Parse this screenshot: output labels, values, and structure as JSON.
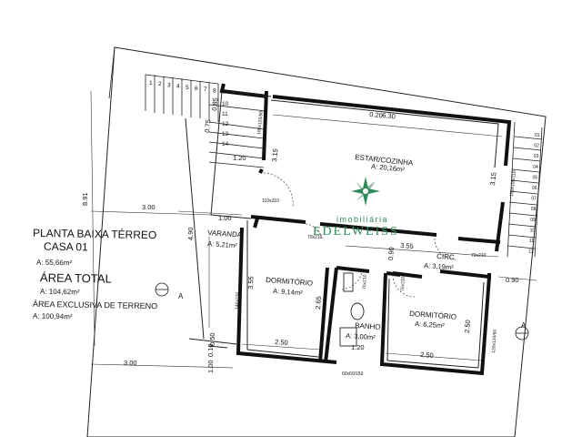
{
  "plan": {
    "title": "PLANTA BAIXA TÉRREO",
    "subtitle": "CASA  01",
    "area_casa": "A:  55,66m²",
    "total_label": "ÁREA  TOTAL",
    "total_value": "A:  104,62m²",
    "exclusive_label": "ÁREA  EXCLUSIVA  DE  TERRENO",
    "exclusive_value": "A:  100,94m²"
  },
  "rooms": {
    "estar_name": "ESTAR/COZINHA",
    "estar_area": "A:  20,16m²",
    "varanda_name": "VARANDA",
    "varanda_area": "A:  5,21m²",
    "dorm1_name": "DORMITÓRIO",
    "dorm1_area": "A:  9,14m²",
    "circ_name": "CIRC.",
    "circ_area": "A:  3,19m²",
    "banho_name": "BANHO",
    "banho_area": "A:  3,00m²",
    "dorm2_name": "DORMITÓRIO",
    "dorm2_area": "A:  6,25m²"
  },
  "dimensions": {
    "d_020": "0.20",
    "d_630": "6.30",
    "d_315a": "3.15",
    "d_315b": "3.15",
    "d_300a": "3.00",
    "d_300b": "3.00",
    "d_891": "8.91",
    "d_490": "4.90",
    "d_100a": "1.00",
    "d_100b": "1.00",
    "d_120a": "1.20",
    "d_120b": "1.20",
    "d_085": "0.85",
    "d_075": "0.75",
    "d_355a": "3.55",
    "d_355b": "3.55",
    "d_265": "2.65",
    "d_250a": "2.50",
    "d_250b": "2.50",
    "d_250c": "2.50",
    "d_090a": "0.90",
    "d_090b": "0.90",
    "d_050": "0.50",
    "d_010": "0.10"
  },
  "stair_steps": [
    "1",
    "2",
    "3",
    "4",
    "5",
    "6",
    "7",
    "8",
    "9",
    "10",
    "11",
    "12",
    "13",
    "14"
  ],
  "side_steps": [
    "01",
    "02",
    "03",
    "04",
    "05",
    "06",
    "07",
    "08",
    "09",
    "10",
    "11",
    "12"
  ],
  "openings": {
    "porta_110": "110x210",
    "porta_70a": "70x210",
    "porta_70b": "70x210",
    "porta_70c": "70x210",
    "porta_70d": "70x210",
    "janela_120": "120x120/90",
    "janela_60": "60x60/150",
    "janela_160": "160x120/90",
    "janela_120b": "120x120/90",
    "janela_sala": "150x100/110",
    "janela_dorm": "140x210"
  },
  "section_marks": {
    "left": "A",
    "right": "A"
  },
  "logo": {
    "top": "imobiliária",
    "bottom": "EDELWEISS"
  }
}
